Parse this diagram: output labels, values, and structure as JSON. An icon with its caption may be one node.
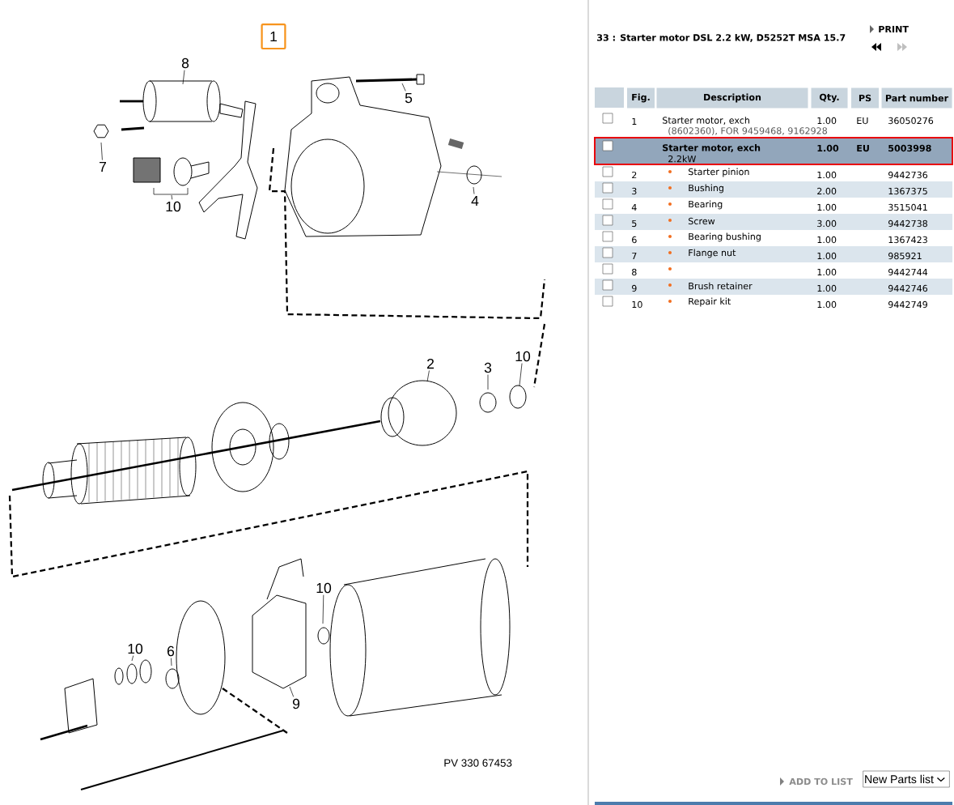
{
  "diagram": {
    "title": "33 : Starter motor DSL 2.2 kW, D5252T MSA 15.7",
    "nodes": [
      {
        "text": [
          "1"
        ]
      },
      {
        "text": [
          "8"
        ]
      },
      {
        "text": [
          "5"
        ]
      },
      {
        "text": [
          "7"
        ]
      },
      {
        "text": [
          "10"
        ]
      },
      {
        "text": [
          "4"
        ]
      },
      {
        "text": [
          "2"
        ]
      },
      {
        "text": [
          "3"
        ]
      },
      {
        "text": [
          "10"
        ]
      },
      {
        "text": [
          "10"
        ]
      },
      {
        "text": [
          "10"
        ]
      },
      {
        "text": [
          "6"
        ]
      },
      {
        "text": [
          "9"
        ]
      }
    ],
    "edges": [
      {
        "from": 1,
        "to": null,
        "arrow": "none"
      },
      {
        "from": 2,
        "to": null,
        "arrow": "none"
      },
      {
        "from": 3,
        "to": null,
        "arrow": "none"
      },
      {
        "from": 4,
        "to": null,
        "arrow": "none"
      },
      {
        "from": 5,
        "to": null,
        "arrow": "none"
      },
      {
        "from": 6,
        "to": null,
        "arrow": "none"
      },
      {
        "from": 7,
        "to": null,
        "arrow": "none"
      },
      {
        "from": 8,
        "to": null,
        "arrow": "none"
      },
      {
        "from": 9,
        "to": null,
        "arrow": "none"
      },
      {
        "from": 10,
        "to": null,
        "arrow": "none"
      },
      {
        "from": 11,
        "to": null,
        "arrow": "none"
      },
      {
        "from": 12,
        "to": null,
        "arrow": "none"
      }
    ],
    "labels": [
      "PV 330 67453",
      "PRINT",
      "Fig.",
      "Description",
      "Qty.",
      "PS",
      "Part number",
      "1",
      "Starter motor, exch",
      "(8602360), FOR 9459468, 9162928",
      "1.00",
      "EU",
      "36050276",
      "Starter motor, exch",
      "2.2kW",
      "1.00",
      "EU",
      "5003998",
      "2",
      "Starter pinion",
      "1.00",
      "9442736",
      "3",
      "Bushing",
      "2.00",
      "1367375",
      "4",
      "Bearing",
      "1.00",
      "3515041",
      "5",
      "Screw",
      "3.00",
      "9442738",
      "6",
      "Bearing bushing",
      "1.00",
      "1367423",
      "7",
      "Flange nut",
      "1.00",
      "985921",
      "8",
      "1.00",
      "9442744",
      "9",
      "Brush retainer",
      "1.00",
      "9442746",
      "10",
      "Repair kit",
      "1.00",
      "9442749",
      "ADD TO LIST",
      "New Parts list"
    ]
  }
}
